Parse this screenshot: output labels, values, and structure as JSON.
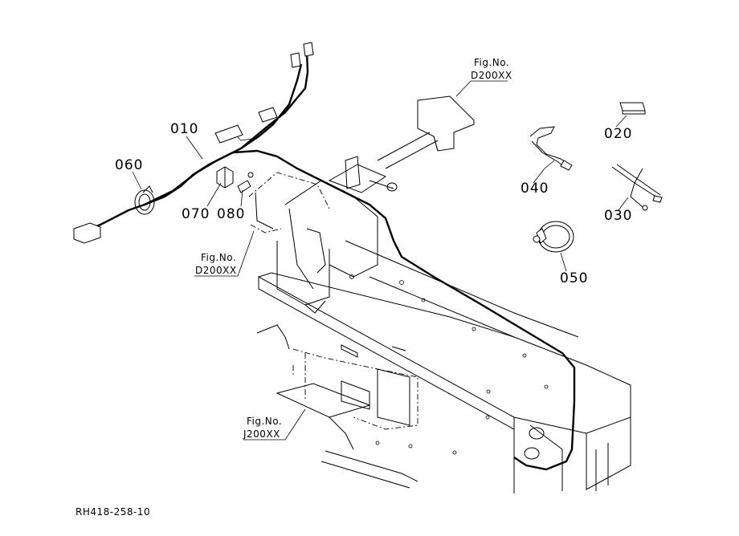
{
  "parts": [
    {
      "id": "p010",
      "label": "010"
    },
    {
      "id": "p020",
      "label": "020"
    },
    {
      "id": "p030",
      "label": "030"
    },
    {
      "id": "p040",
      "label": "040"
    },
    {
      "id": "p050",
      "label": "050"
    },
    {
      "id": "p060",
      "label": "060"
    },
    {
      "id": "p070",
      "label": "070"
    },
    {
      "id": "p080",
      "label": "080"
    }
  ],
  "figure_refs": [
    {
      "line1": "Fig.No.",
      "line2": "D200XX"
    },
    {
      "line1": "Fig.No.",
      "line2": "D200XX"
    },
    {
      "line1": "Fig.No.",
      "line2": "J200XX"
    }
  ],
  "drawing_number": "RH418-258-10"
}
